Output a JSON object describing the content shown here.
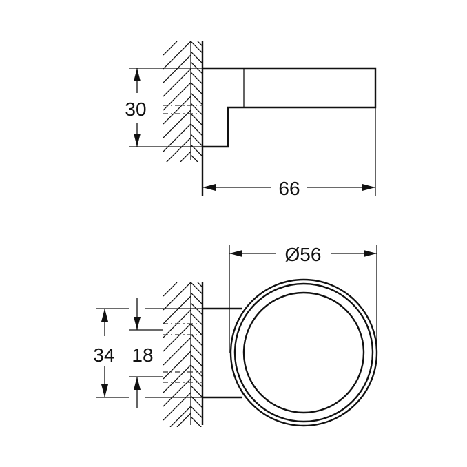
{
  "drawing": {
    "type": "technical dimension drawing",
    "side_view": {
      "height_label": "30",
      "length_label": "66"
    },
    "front_view": {
      "diameter_label": "Ø56",
      "outer_spacing_label": "34",
      "inner_spacing_label": "18"
    },
    "colors": {
      "line": "#111111",
      "background": "#ffffff"
    }
  }
}
